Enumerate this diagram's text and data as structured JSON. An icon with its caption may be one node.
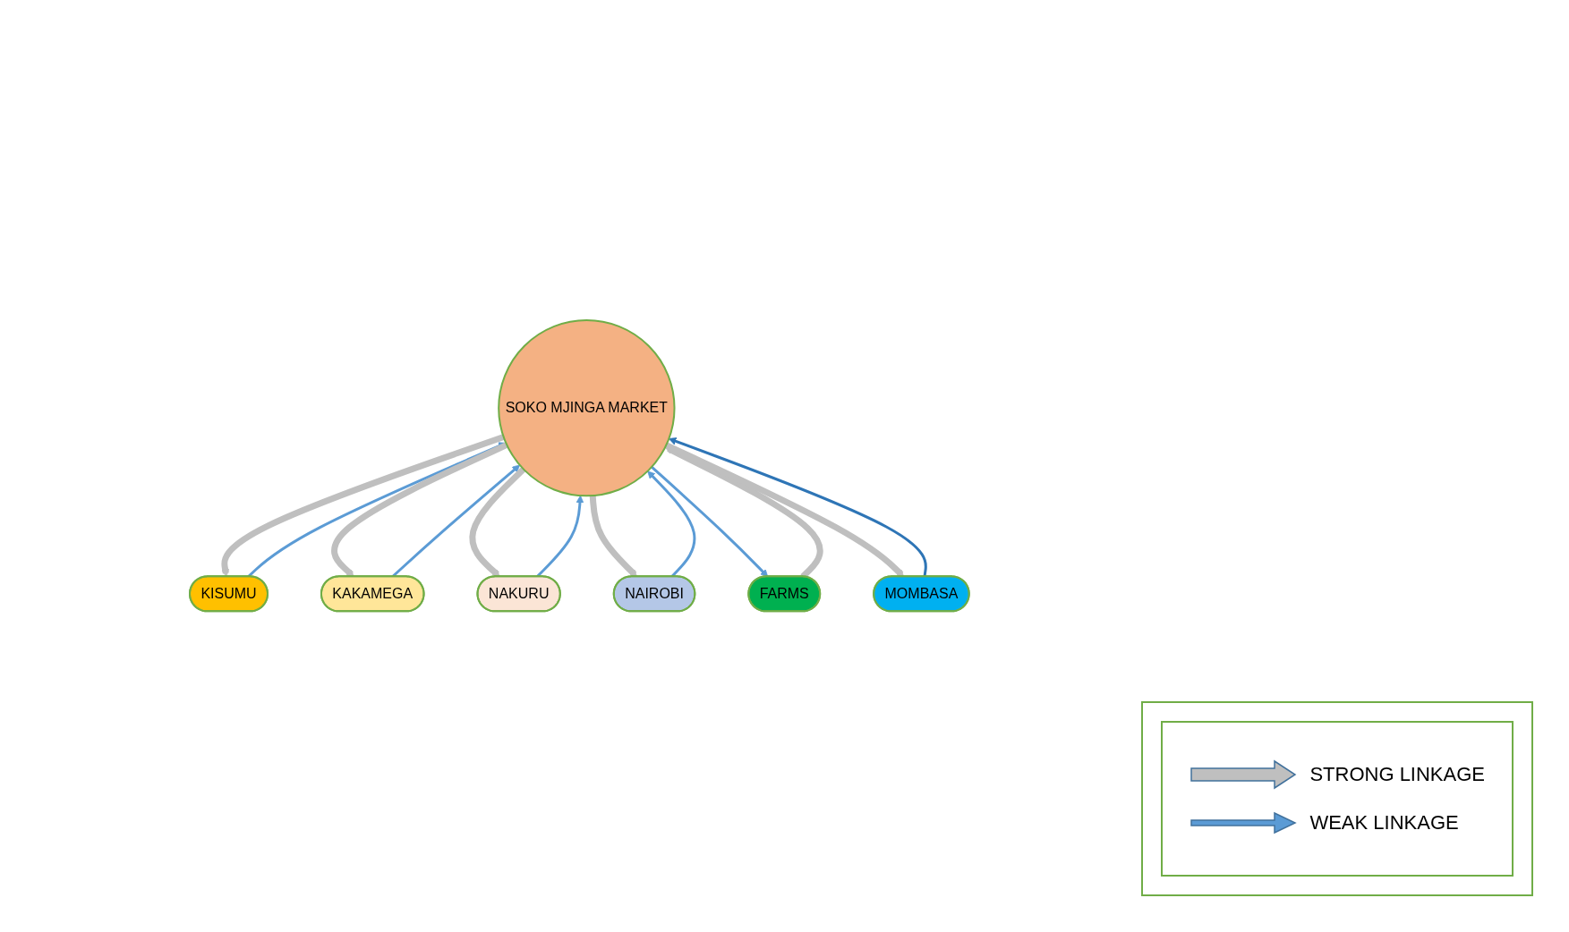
{
  "diagram": {
    "nodes": [
      {
        "text": [
          "SOKO MJINGA MARKET"
        ]
      },
      {
        "text": [
          "KISUMU"
        ]
      },
      {
        "text": [
          "KAKAMEGA"
        ]
      },
      {
        "text": [
          "NAKURU"
        ]
      },
      {
        "text": [
          "NAIROBI"
        ]
      },
      {
        "text": [
          "FARMS"
        ]
      },
      {
        "text": [
          "MOMBASA"
        ]
      }
    ],
    "edges": [
      {
        "from": 0,
        "to": 1,
        "arrow": "to",
        "style": "thick",
        "color": "#bfbfbf"
      },
      {
        "from": 1,
        "to": 0,
        "arrow": "to",
        "color": "#5b9bd5"
      },
      {
        "from": 0,
        "to": 2,
        "arrow": "to",
        "style": "thick",
        "color": "#bfbfbf"
      },
      {
        "from": 2,
        "to": 0,
        "arrow": "to",
        "color": "#5b9bd5"
      },
      {
        "from": 0,
        "to": 3,
        "arrow": "to",
        "style": "thick",
        "color": "#bfbfbf"
      },
      {
        "from": 3,
        "to": 0,
        "arrow": "to",
        "color": "#5b9bd5"
      },
      {
        "from": 0,
        "to": 4,
        "arrow": "to",
        "style": "thick",
        "color": "#bfbfbf"
      },
      {
        "from": 4,
        "to": 0,
        "arrow": "to",
        "color": "#5b9bd5"
      },
      {
        "from": 5,
        "to": 0,
        "arrow": "to",
        "style": "thick",
        "color": "#bfbfbf"
      },
      {
        "from": 0,
        "to": 5,
        "arrow": "to",
        "color": "#5b9bd5"
      },
      {
        "from": 0,
        "to": 6,
        "arrow": "to",
        "style": "thick",
        "color": "#bfbfbf"
      },
      {
        "from": 6,
        "to": 0,
        "arrow": "to",
        "color": "#2e75b6"
      }
    ],
    "legend": [
      {
        "text": "STRONG LINKAGE"
      },
      {
        "text": "WEAK LINKAGE"
      }
    ]
  }
}
